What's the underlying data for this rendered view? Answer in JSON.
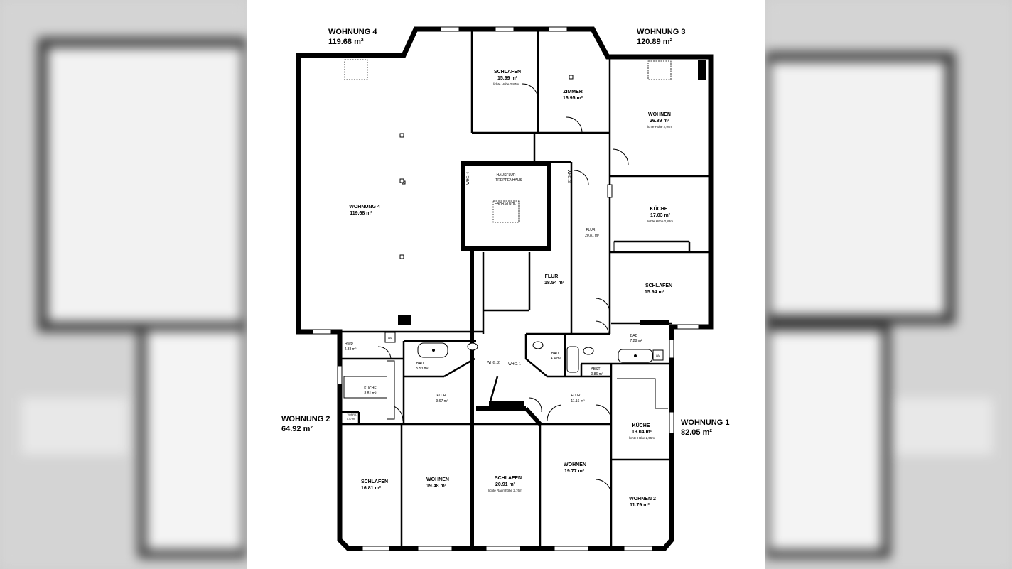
{
  "apartments": [
    {
      "id": "w4",
      "title": "WOHNUNG 4",
      "area": "119.68 m²"
    },
    {
      "id": "w3",
      "title": "WOHNUNG 3",
      "area": "120.89 m²"
    },
    {
      "id": "w2",
      "title": "WOHNUNG 2",
      "area": "64.92 m²"
    },
    {
      "id": "w1",
      "title": "WOHNUNG 1",
      "area": "82.05 m²"
    }
  ],
  "rooms": {
    "w4_main": {
      "name": "WOHNUNG 4",
      "area": "119.68 m²"
    },
    "schlafen_top": {
      "name": "SCHLAFEN",
      "area": "15.99 m²",
      "note": "lichte Höhe 2,87m"
    },
    "zimmer": {
      "name": "ZIMMER",
      "area": "16.95 m²"
    },
    "wohnen_w3": {
      "name": "WOHNEN",
      "area": "26.89 m²",
      "note": "lichte Höhe 2,94m"
    },
    "hausflur": {
      "name": "HAUSFLUR",
      "name2": "TREPPENHAUS"
    },
    "fahrstuhl": {
      "name": "FAHRSTUHL"
    },
    "whg4_tag": {
      "name": "WHG. 4"
    },
    "whg3_tag": {
      "name": "WHG. 3"
    },
    "flur_w3": {
      "name": "FLUR",
      "area": "20.81 m²"
    },
    "kueche_w3": {
      "name": "KÜCHE",
      "area": "17.03 m²",
      "note": "lichte Höhe 2,88m"
    },
    "flur_mid": {
      "name": "FLUR",
      "area": "18.54 m²"
    },
    "schlafen_w3": {
      "name": "SCHLAFEN",
      "area": "15.94 m²"
    },
    "bad_w3": {
      "name": "BAD",
      "area": "7.28 m²"
    },
    "hwr": {
      "name": "HWR",
      "area": "4.38 m²"
    },
    "bad_w2": {
      "name": "BAD",
      "area": "5.53 m²"
    },
    "whg2_tag": {
      "name": "WHG. 2"
    },
    "whg1_tag": {
      "name": "WHG. 1"
    },
    "bad_w1": {
      "name": "BAD",
      "area": "4.4 m²"
    },
    "abst": {
      "name": "ABST",
      "area": "0.86 m²"
    },
    "kueche_w2": {
      "name": "KÜCHE",
      "area": "8.81 m²"
    },
    "vorrat": {
      "name": "VORRAT",
      "area": "0.47 m²"
    },
    "flur_w2": {
      "name": "FLUR",
      "area": "9.67 m²"
    },
    "flur_w1": {
      "name": "FLUR",
      "area": "11.16 m²"
    },
    "kueche_w1": {
      "name": "KÜCHE",
      "area": "13.04 m²",
      "note": "lichte Höhe 2,55m"
    },
    "schlafen_w2": {
      "name": "SCHLAFEN",
      "area": "16.81 m²"
    },
    "wohnen_w2": {
      "name": "WOHNEN",
      "area": "19.48 m²"
    },
    "schlafen_bottom": {
      "name": "SCHLAFEN",
      "area": "20.91 m²",
      "note": "lichte Raumhöhe 2,76m"
    },
    "wohnen_w1": {
      "name": "WOHNEN",
      "area": "19.77 m²"
    },
    "wohnen2_w1": {
      "name": "WOHNEN 2",
      "area": "11.79 m²"
    }
  },
  "fixtures": {
    "wm": "WM"
  },
  "colors": {
    "wall": "#000000",
    "page": "#ffffff",
    "backdrop": "#cfcfcf"
  }
}
